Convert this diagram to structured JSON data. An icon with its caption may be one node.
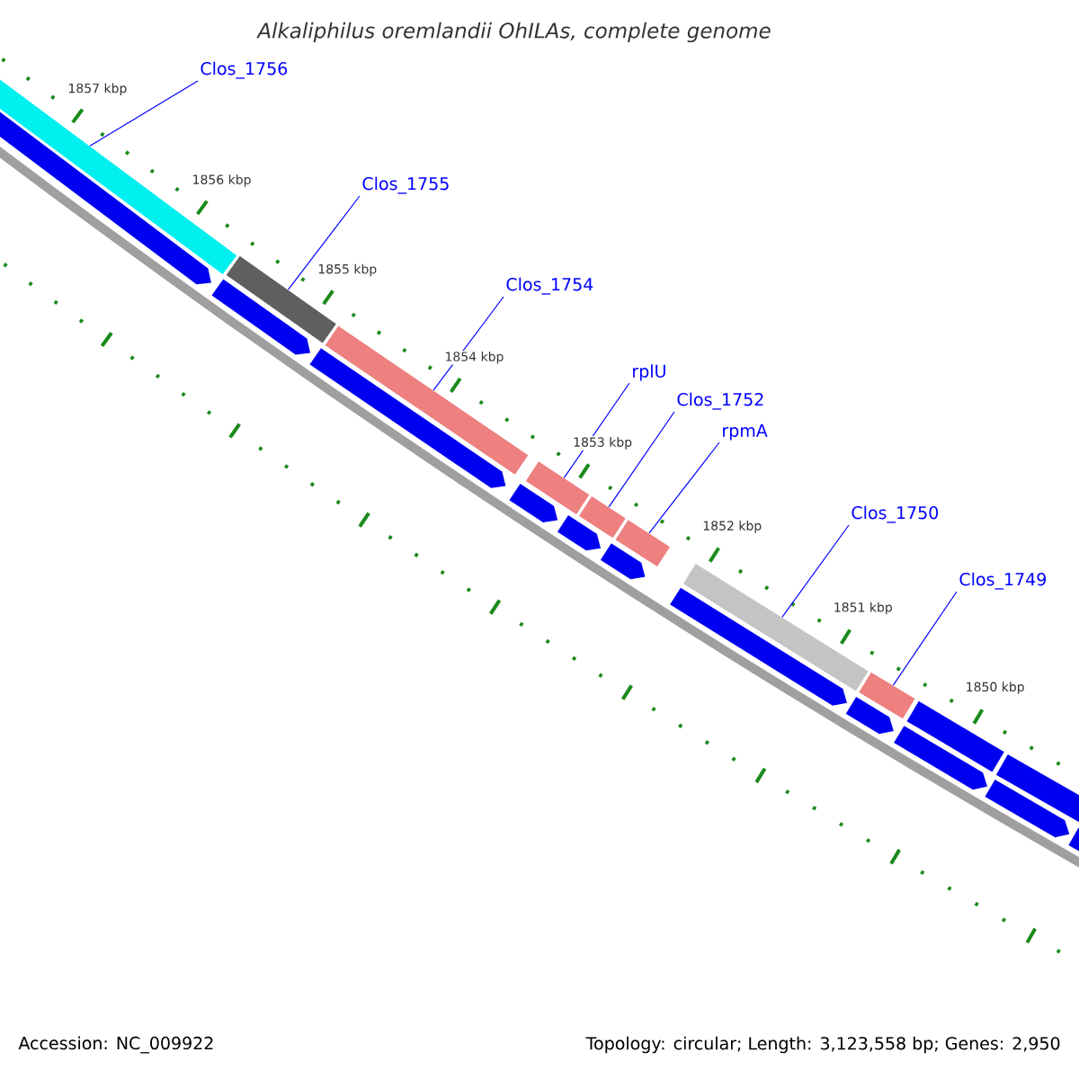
{
  "diagram": {
    "title": "Alkaliphilus oremlandii OhILAs, complete genome",
    "nodes": [
      {
        "text": [
          "Clos_1756"
        ]
      },
      {
        "text": [
          "Clos_1755"
        ]
      },
      {
        "text": [
          "Clos_1754"
        ]
      },
      {
        "text": [
          "rplU"
        ]
      },
      {
        "text": [
          "Clos_1752"
        ]
      },
      {
        "text": [
          "rpmA"
        ]
      },
      {
        "text": [
          "Clos_1750"
        ]
      },
      {
        "text": [
          "Clos_1749"
        ]
      },
      {
        "text": [],
        "shape": "bar"
      },
      {
        "text": [],
        "shape": "bar"
      },
      {
        "text": [],
        "shape": "bar"
      },
      {
        "text": [],
        "shape": "bar"
      },
      {
        "text": [],
        "shape": "bar"
      },
      {
        "text": [],
        "shape": "bar"
      },
      {
        "text": [],
        "shape": "bar"
      },
      {
        "text": [],
        "shape": "bar"
      }
    ],
    "edges": [
      {
        "from": 0,
        "to": 8,
        "arrow": "none"
      },
      {
        "from": 1,
        "to": 9,
        "arrow": "none"
      },
      {
        "from": 2,
        "to": 10,
        "arrow": "none"
      },
      {
        "from": 3,
        "to": 11,
        "arrow": "none"
      },
      {
        "from": 4,
        "to": 12,
        "arrow": "none"
      },
      {
        "from": 5,
        "to": 13,
        "arrow": "none"
      },
      {
        "from": 6,
        "to": 14,
        "arrow": "none"
      },
      {
        "from": 7,
        "to": 15,
        "arrow": "none"
      }
    ],
    "labels": [
      "1857 kbp",
      "1856 kbp",
      "1855 kbp",
      "1854 kbp",
      "1853 kbp",
      "1852 kbp",
      "1851 kbp",
      "1850 kbp",
      "Accession: NC_009922",
      "Topology: circular; Length: 3,123,558 bp; Genes: 2,950"
    ]
  }
}
